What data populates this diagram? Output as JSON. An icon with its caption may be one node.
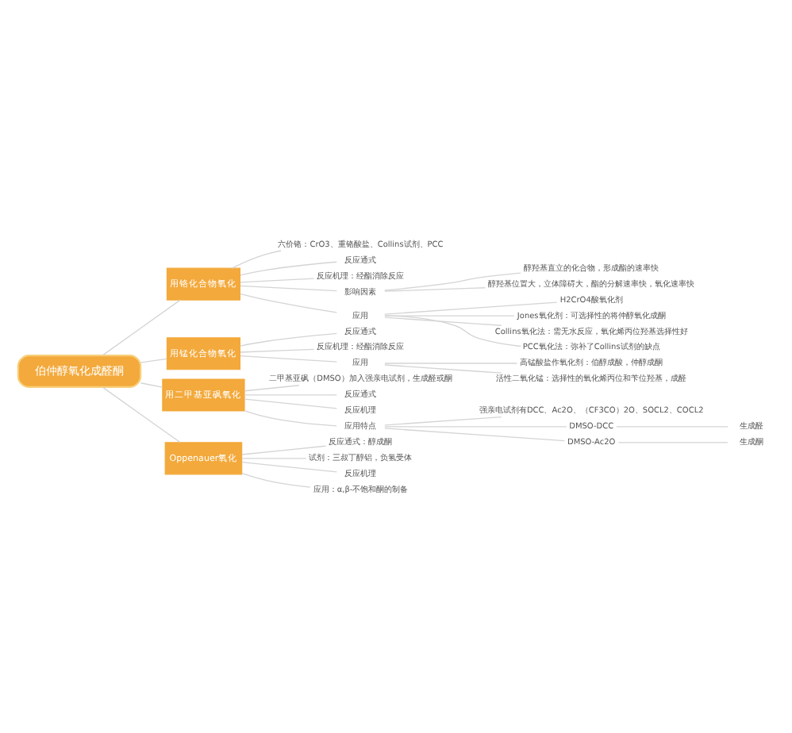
{
  "diagram": {
    "nodes": [
      {
        "text": [
          "伯仲醇氧化成醛酮"
        ]
      },
      {
        "text": [
          "用铬化合物氧化"
        ]
      },
      {
        "text": [
          "六价铬：CrO3、重铬酸盐、Collins试剂、PCC"
        ]
      },
      {
        "text": [
          "反应通式"
        ]
      },
      {
        "text": [
          "反应机理：经酯消除反应"
        ]
      },
      {
        "text": [
          "影响因素"
        ]
      },
      {
        "text": [
          "醇羟基直立的化合物，形成酯的速率快"
        ]
      },
      {
        "text": [
          "醇羟基位置大，立体障碍大，酯的分解速率快，氧化速率快"
        ]
      },
      {
        "text": [
          "应用"
        ]
      },
      {
        "text": [
          "H2CrO4酸氧化剂"
        ]
      },
      {
        "text": [
          "Jones氧化剂：可选择性的将仲醇氧化成酮"
        ]
      },
      {
        "text": [
          "Collins氧化法：需无水反应，氧化烯丙位羟基选择性好"
        ]
      },
      {
        "text": [
          "PCC氧化法：弥补了Collins试剂的缺点"
        ]
      },
      {
        "text": [
          "用锰化合物氧化"
        ]
      },
      {
        "text": [
          "反应通式"
        ]
      },
      {
        "text": [
          "反应机理：经酯消除反应"
        ]
      },
      {
        "text": [
          "应用"
        ]
      },
      {
        "text": [
          "高锰酸盐作氧化剂：伯醇成酸，仲醇成酮"
        ]
      },
      {
        "text": [
          "活性二氧化锰：选择性的氧化烯丙位和苄位羟基，成醛"
        ]
      },
      {
        "text": [
          "用二甲基亚砜氧化"
        ]
      },
      {
        "text": [
          "二甲基亚砜（DMSO）加入强亲电试剂，生成醛或酮"
        ]
      },
      {
        "text": [
          "反应通式"
        ]
      },
      {
        "text": [
          "反应机理"
        ]
      },
      {
        "text": [
          "应用特点"
        ]
      },
      {
        "text": [
          "强亲电试剂有DCC、Ac2O、（CF3CO）2O、SOCL2、COCL2"
        ]
      },
      {
        "text": [
          "DMSO-DCC"
        ]
      },
      {
        "text": [
          "生成醛"
        ]
      },
      {
        "text": [
          "DMSO-Ac2O"
        ]
      },
      {
        "text": [
          "生成酮"
        ]
      },
      {
        "text": [
          "Oppenauer氧化"
        ]
      },
      {
        "text": [
          "反应通式：醇成酮"
        ]
      },
      {
        "text": [
          "试剂：三叔丁醇铝，负氢受体"
        ]
      },
      {
        "text": [
          "反应机理"
        ]
      },
      {
        "text": [
          "应用：α,β-不饱和酮的制备"
        ]
      }
    ],
    "edges": [
      {
        "from": 0,
        "to": 1,
        "arrow": "none"
      },
      {
        "from": 1,
        "to": 2,
        "arrow": "none"
      },
      {
        "from": 1,
        "to": 3,
        "arrow": "none"
      },
      {
        "from": 1,
        "to": 4,
        "arrow": "none"
      },
      {
        "from": 1,
        "to": 5,
        "arrow": "none"
      },
      {
        "from": 5,
        "to": 6,
        "arrow": "none"
      },
      {
        "from": 5,
        "to": 7,
        "arrow": "none"
      },
      {
        "from": 1,
        "to": 8,
        "arrow": "none"
      },
      {
        "from": 8,
        "to": 9,
        "arrow": "none"
      },
      {
        "from": 8,
        "to": 10,
        "arrow": "none"
      },
      {
        "from": 8,
        "to": 11,
        "arrow": "none"
      },
      {
        "from": 8,
        "to": 12,
        "arrow": "none"
      },
      {
        "from": 0,
        "to": 13,
        "arrow": "none"
      },
      {
        "from": 13,
        "to": 14,
        "arrow": "none"
      },
      {
        "from": 13,
        "to": 15,
        "arrow": "none"
      },
      {
        "from": 13,
        "to": 16,
        "arrow": "none"
      },
      {
        "from": 16,
        "to": 17,
        "arrow": "none"
      },
      {
        "from": 16,
        "to": 18,
        "arrow": "none"
      },
      {
        "from": 0,
        "to": 19,
        "arrow": "none"
      },
      {
        "from": 19,
        "to": 20,
        "arrow": "none"
      },
      {
        "from": 19,
        "to": 21,
        "arrow": "none"
      },
      {
        "from": 19,
        "to": 22,
        "arrow": "none"
      },
      {
        "from": 19,
        "to": 23,
        "arrow": "none"
      },
      {
        "from": 23,
        "to": 24,
        "arrow": "none"
      },
      {
        "from": 23,
        "to": 25,
        "arrow": "none"
      },
      {
        "from": 25,
        "to": 26,
        "arrow": "none"
      },
      {
        "from": 23,
        "to": 27,
        "arrow": "none"
      },
      {
        "from": 27,
        "to": 28,
        "arrow": "none"
      },
      {
        "from": 0,
        "to": 29,
        "arrow": "none"
      },
      {
        "from": 29,
        "to": 30,
        "arrow": "none"
      },
      {
        "from": 29,
        "to": 31,
        "arrow": "none"
      },
      {
        "from": 29,
        "to": 32,
        "arrow": "none"
      },
      {
        "from": 29,
        "to": 33,
        "arrow": "none"
      }
    ]
  }
}
